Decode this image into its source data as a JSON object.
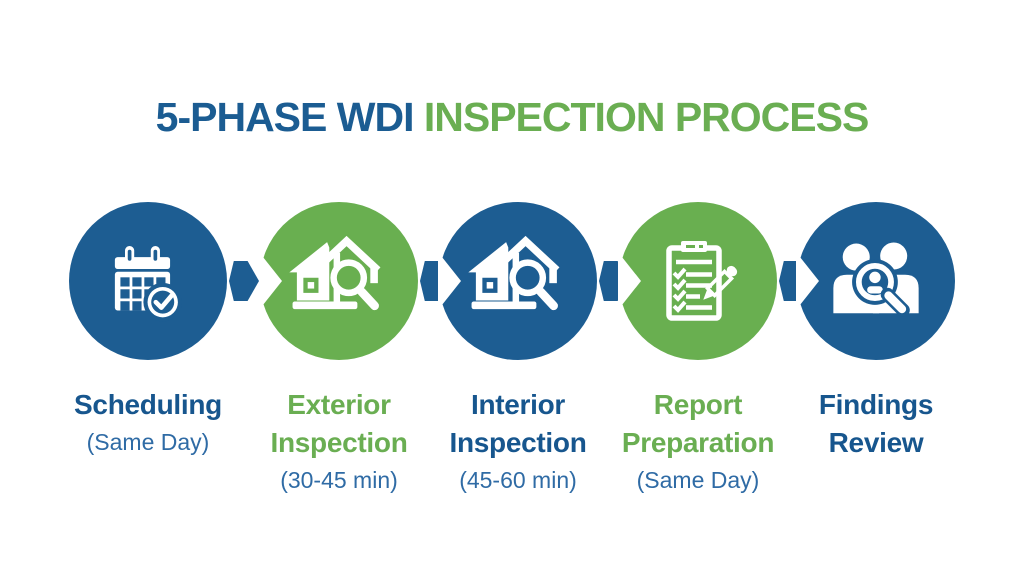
{
  "title": {
    "part1": "5-PHASE WDI",
    "part2": " INSPECTION PROCESS"
  },
  "colors": {
    "blue": "#1d5d92",
    "green": "#69af50",
    "title_blue": "#1b5c92",
    "title_green": "#6aae52",
    "phase_name_blue": "#17568e",
    "duration_blue": "#2f6ba5",
    "icon_white": "#ffffff",
    "background": "#ffffff"
  },
  "phases": [
    {
      "line1": "Scheduling",
      "line2": "",
      "sub": "(Same Day)",
      "icon": "calendar-check-icon",
      "color": "blue"
    },
    {
      "line1": "Exterior",
      "line2": "Inspection",
      "sub": "(30-45 min)",
      "icon": "house-magnifier-icon",
      "color": "green"
    },
    {
      "line1": "Interior",
      "line2": "Inspection",
      "sub": "(45-60 min)",
      "icon": "house-magnifier-icon",
      "color": "blue"
    },
    {
      "line1": "Report",
      "line2": "Preparation",
      "sub": "(Same Day)",
      "icon": "clipboard-pencil-icon",
      "color": "green"
    },
    {
      "line1": "Findings",
      "line2": "Review",
      "sub": "",
      "icon": "people-magnifier-icon",
      "color": "blue"
    }
  ],
  "connectors": {
    "icon": "arrow-right-icon",
    "count": 4
  }
}
